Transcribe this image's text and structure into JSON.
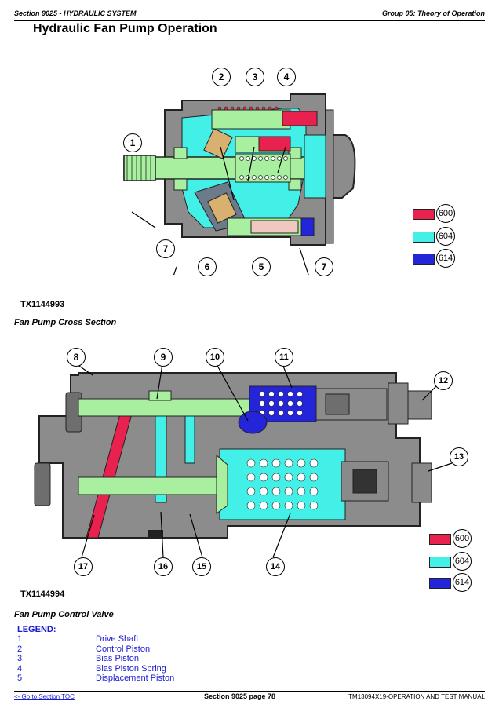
{
  "header": {
    "section": "Section 9025 - HYDRAULIC SYSTEM",
    "group": "Group 05: Theory of Operation"
  },
  "title": "Hydraulic Fan Pump Operation",
  "figure1": {
    "id": "TX1144993",
    "caption": "Fan Pump Cross Section",
    "callouts": [
      "1",
      "2",
      "3",
      "4",
      "5",
      "6",
      "7",
      "7"
    ],
    "color_key": [
      {
        "code": "600",
        "color": "#e8214e"
      },
      {
        "code": "604",
        "color": "#43f0e8"
      },
      {
        "code": "614",
        "color": "#2424d8"
      }
    ]
  },
  "figure2": {
    "id": "TX1144994",
    "caption": "Fan Pump Control Valve",
    "callouts": [
      "8",
      "9",
      "10",
      "11",
      "12",
      "13",
      "14",
      "15",
      "16",
      "17"
    ],
    "color_key": [
      {
        "code": "600",
        "color": "#e8214e"
      },
      {
        "code": "604",
        "color": "#43f0e8"
      },
      {
        "code": "614",
        "color": "#2424d8"
      }
    ]
  },
  "legend": {
    "heading": "LEGEND:",
    "items": [
      {
        "num": "1",
        "label": "Drive Shaft"
      },
      {
        "num": "2",
        "label": "Control Piston"
      },
      {
        "num": "3",
        "label": "Bias Piston"
      },
      {
        "num": "4",
        "label": "Bias Piston Spring"
      },
      {
        "num": "5",
        "label": "Displacement Piston"
      }
    ]
  },
  "footer": {
    "toc_link": "<- Go to Section TOC",
    "page": "Section 9025 page 78",
    "manual": "TM13094X19-OPERATION AND TEST MANUAL"
  }
}
